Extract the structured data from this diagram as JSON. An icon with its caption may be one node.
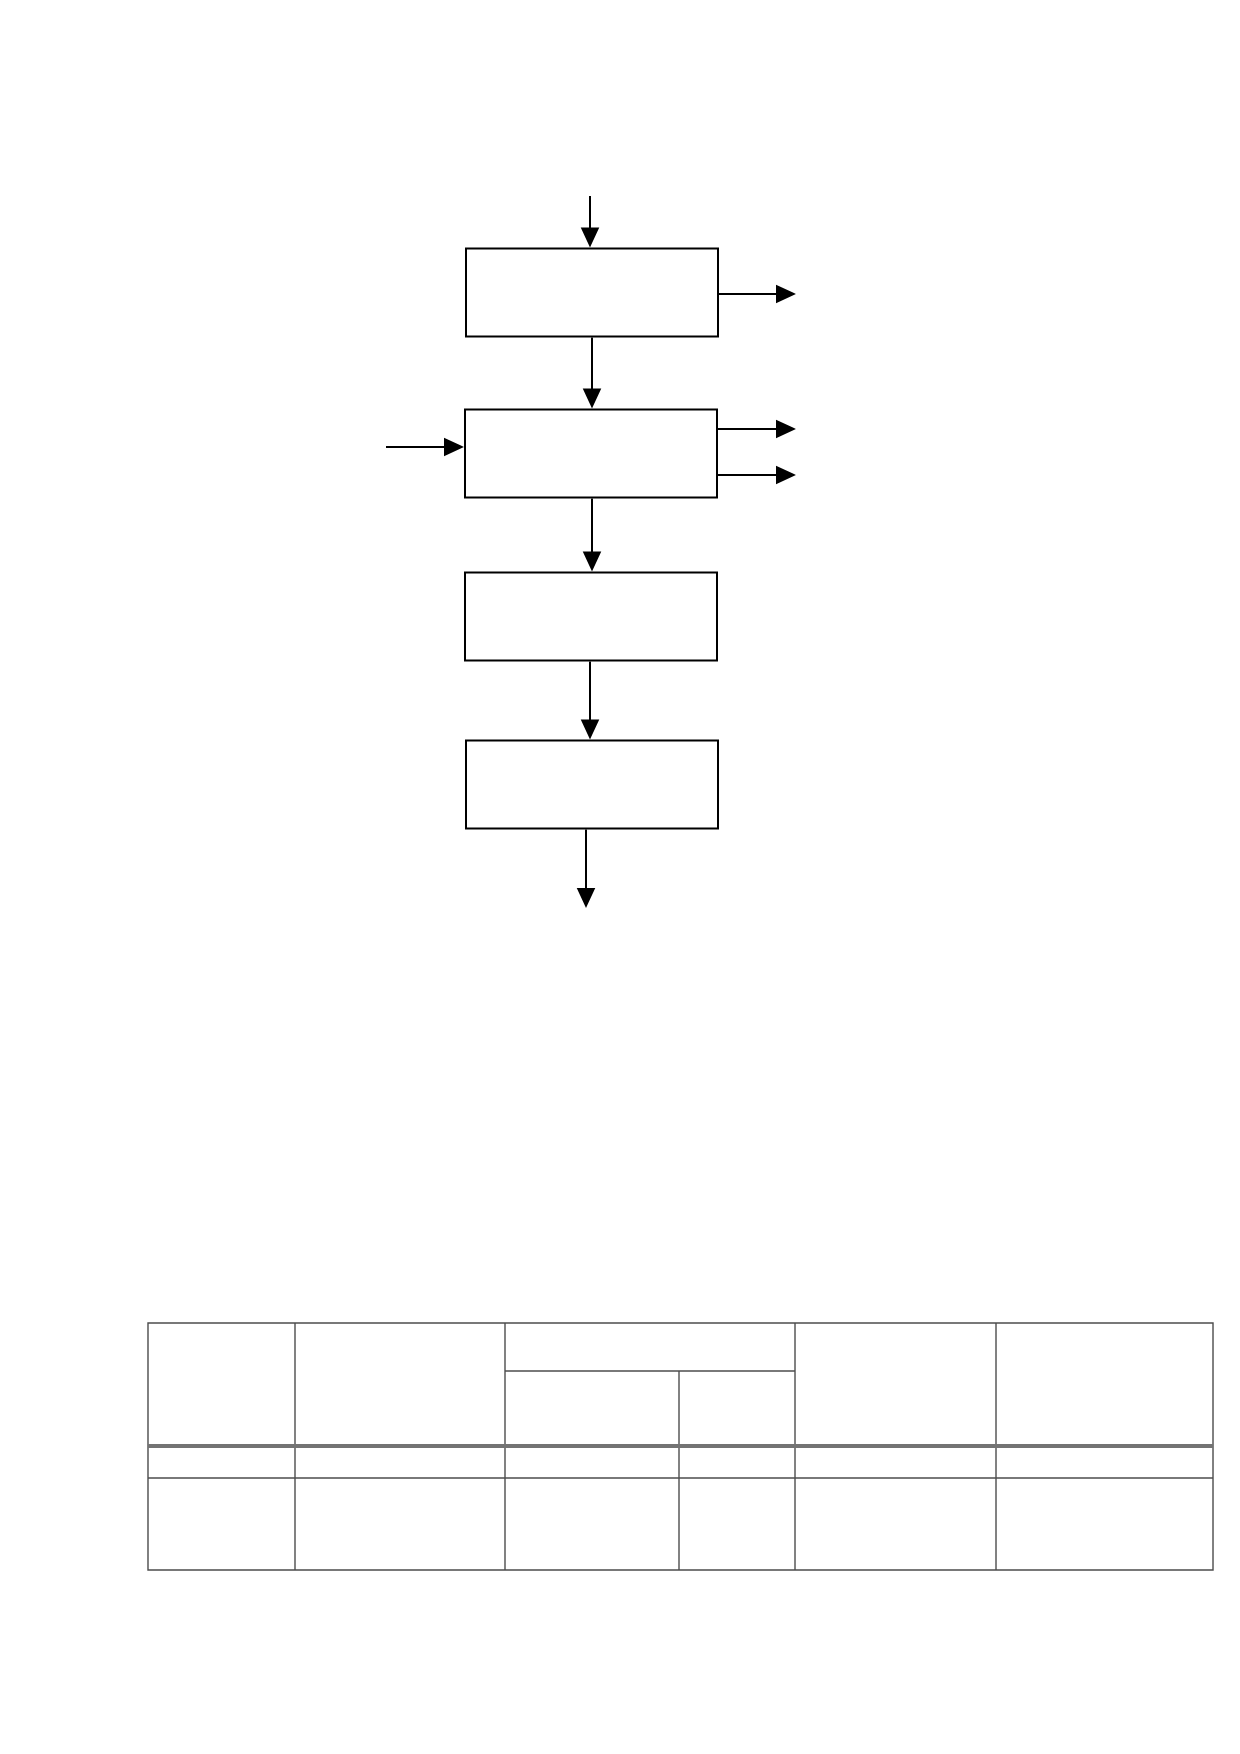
{
  "diagram": {
    "nodes": [
      {
        "text": [],
        "shape": "box"
      },
      {
        "text": [],
        "shape": "box"
      },
      {
        "text": [],
        "shape": "box"
      },
      {
        "text": [],
        "shape": "box"
      }
    ],
    "edges": [
      {
        "from": null,
        "to": 0,
        "arrow": "to"
      },
      {
        "from": 0,
        "to": null,
        "arrow": "to"
      },
      {
        "from": 0,
        "to": 1,
        "arrow": "to"
      },
      {
        "from": null,
        "to": 1,
        "arrow": "to"
      },
      {
        "from": 1,
        "to": null,
        "arrow": "to"
      },
      {
        "from": 1,
        "to": null,
        "arrow": "to"
      },
      {
        "from": 1,
        "to": 2,
        "arrow": "to"
      },
      {
        "from": 2,
        "to": 3,
        "arrow": "to"
      },
      {
        "from": 3,
        "to": null,
        "arrow": "to"
      }
    ]
  }
}
